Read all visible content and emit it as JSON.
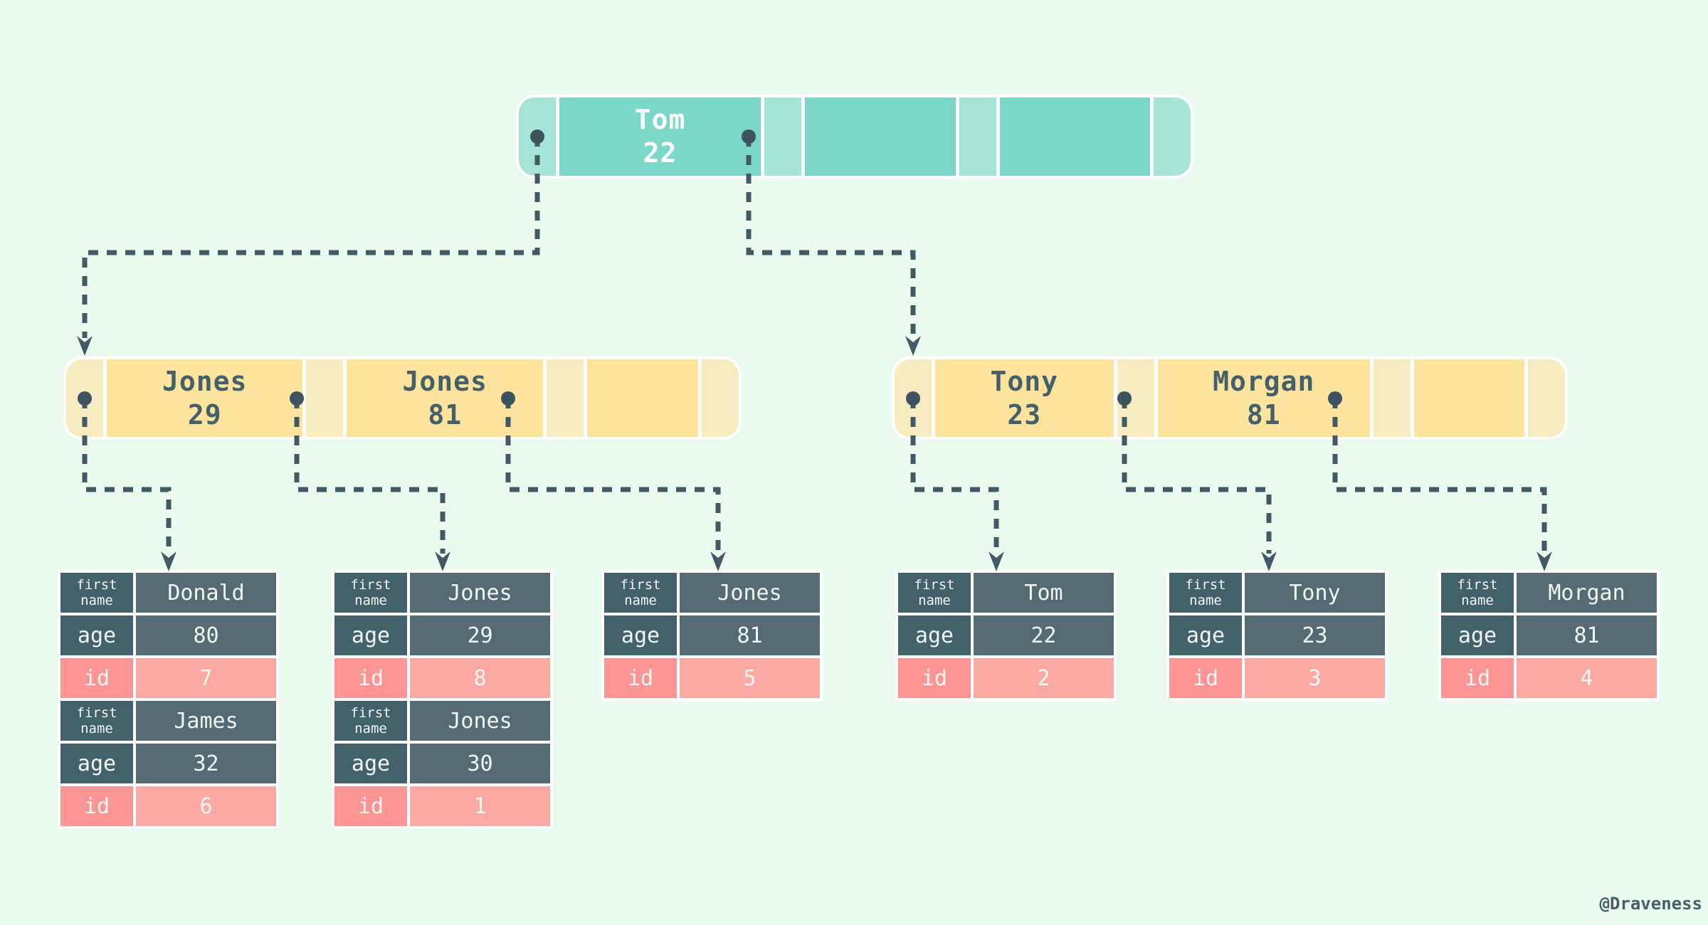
{
  "diagram": {
    "kind": "bplus-tree-index",
    "watermark": "@Draveness"
  },
  "colors": {
    "background": "#eafaef",
    "teal_key": "#7bd8c9",
    "teal_pointer": "#a6e4d7",
    "yellow_key": "#fde49c",
    "yellow_pointer": "#f7ecc0",
    "slate": "#425a66",
    "table_label_dark": "#43616b",
    "table_value_dark": "#556b73",
    "table_label_pink": "#fc9593",
    "table_value_pink": "#fba9a2",
    "white": "#ffffff"
  },
  "nodes": {
    "root": {
      "keys": [
        {
          "name": "Tom",
          "num": "22"
        },
        {
          "name": "",
          "num": ""
        },
        {
          "name": "",
          "num": ""
        }
      ]
    },
    "left": {
      "keys": [
        {
          "name": "Jones",
          "num": "29"
        },
        {
          "name": "Jones",
          "num": "81"
        },
        {
          "name": "",
          "num": ""
        }
      ]
    },
    "right": {
      "keys": [
        {
          "name": "Tony",
          "num": "23"
        },
        {
          "name": "Morgan",
          "num": "81"
        },
        {
          "name": "",
          "num": ""
        }
      ]
    }
  },
  "labels": {
    "first_name": "first name",
    "age": "age",
    "id": "id"
  },
  "tables": [
    {
      "records": [
        {
          "first_name": "Donald",
          "age": "80",
          "id": "7"
        },
        {
          "first_name": "James",
          "age": "32",
          "id": "6"
        }
      ]
    },
    {
      "records": [
        {
          "first_name": "Jones",
          "age": "29",
          "id": "8"
        },
        {
          "first_name": "Jones",
          "age": "30",
          "id": "1"
        }
      ]
    },
    {
      "records": [
        {
          "first_name": "Jones",
          "age": "81",
          "id": "5"
        }
      ]
    },
    {
      "records": [
        {
          "first_name": "Tom",
          "age": "22",
          "id": "2"
        }
      ]
    },
    {
      "records": [
        {
          "first_name": "Tony",
          "age": "23",
          "id": "3"
        }
      ]
    },
    {
      "records": [
        {
          "first_name": "Morgan",
          "age": "81",
          "id": "4"
        }
      ]
    }
  ]
}
